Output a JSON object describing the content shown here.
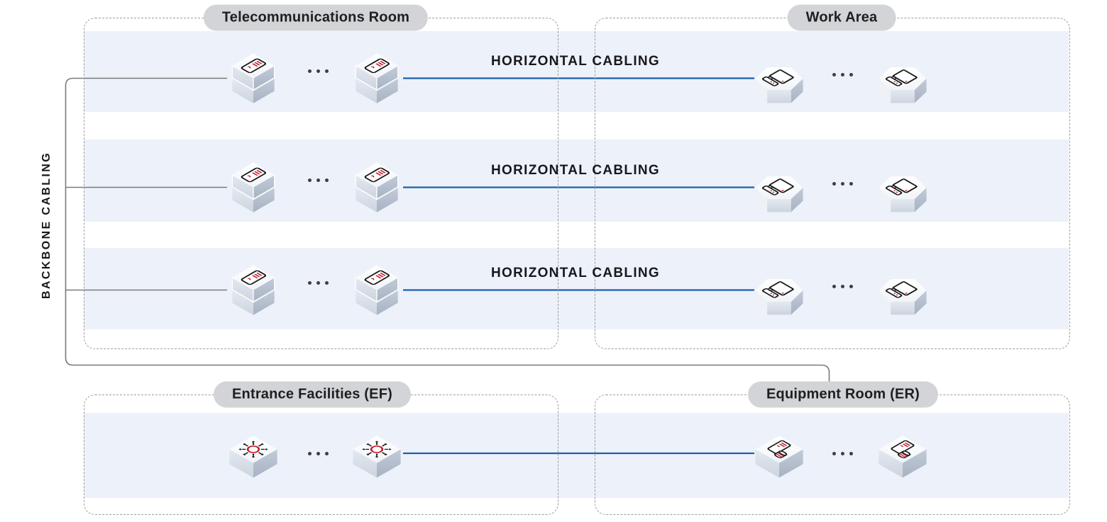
{
  "colors": {
    "band": "#edf1f9",
    "backbone_line": "#7a7a7a",
    "horizontal_line": "#1d60ad",
    "pill_bg": "#d3d4d7",
    "pill_text": "#1e1e20",
    "label_text": "#17181c",
    "dashed_border": "#9e9e9e",
    "icon_red": "#c1121f",
    "icon_outline": "#19191c",
    "dot": "#3f3f3f"
  },
  "labels": {
    "backbone": "BACKBONE CABLING",
    "horizontal": "HORIZONTAL CABLING",
    "ellipsis": "..."
  },
  "sections": {
    "telecom_room": {
      "label": "Telecommunications Room",
      "icon": "patch-panel-stack-icon",
      "devices_shown": 2
    },
    "work_area": {
      "label": "Work Area",
      "icon": "workstation-icon",
      "devices_shown": 2
    },
    "entrance_facilities": {
      "label": "Entrance Facilities (EF)",
      "icon": "network-entry-hub-icon",
      "devices_shown": 2
    },
    "equipment_room": {
      "label": "Equipment Room (ER)",
      "icon": "server-icon",
      "devices_shown": 2
    }
  },
  "floors": {
    "count": 3
  }
}
